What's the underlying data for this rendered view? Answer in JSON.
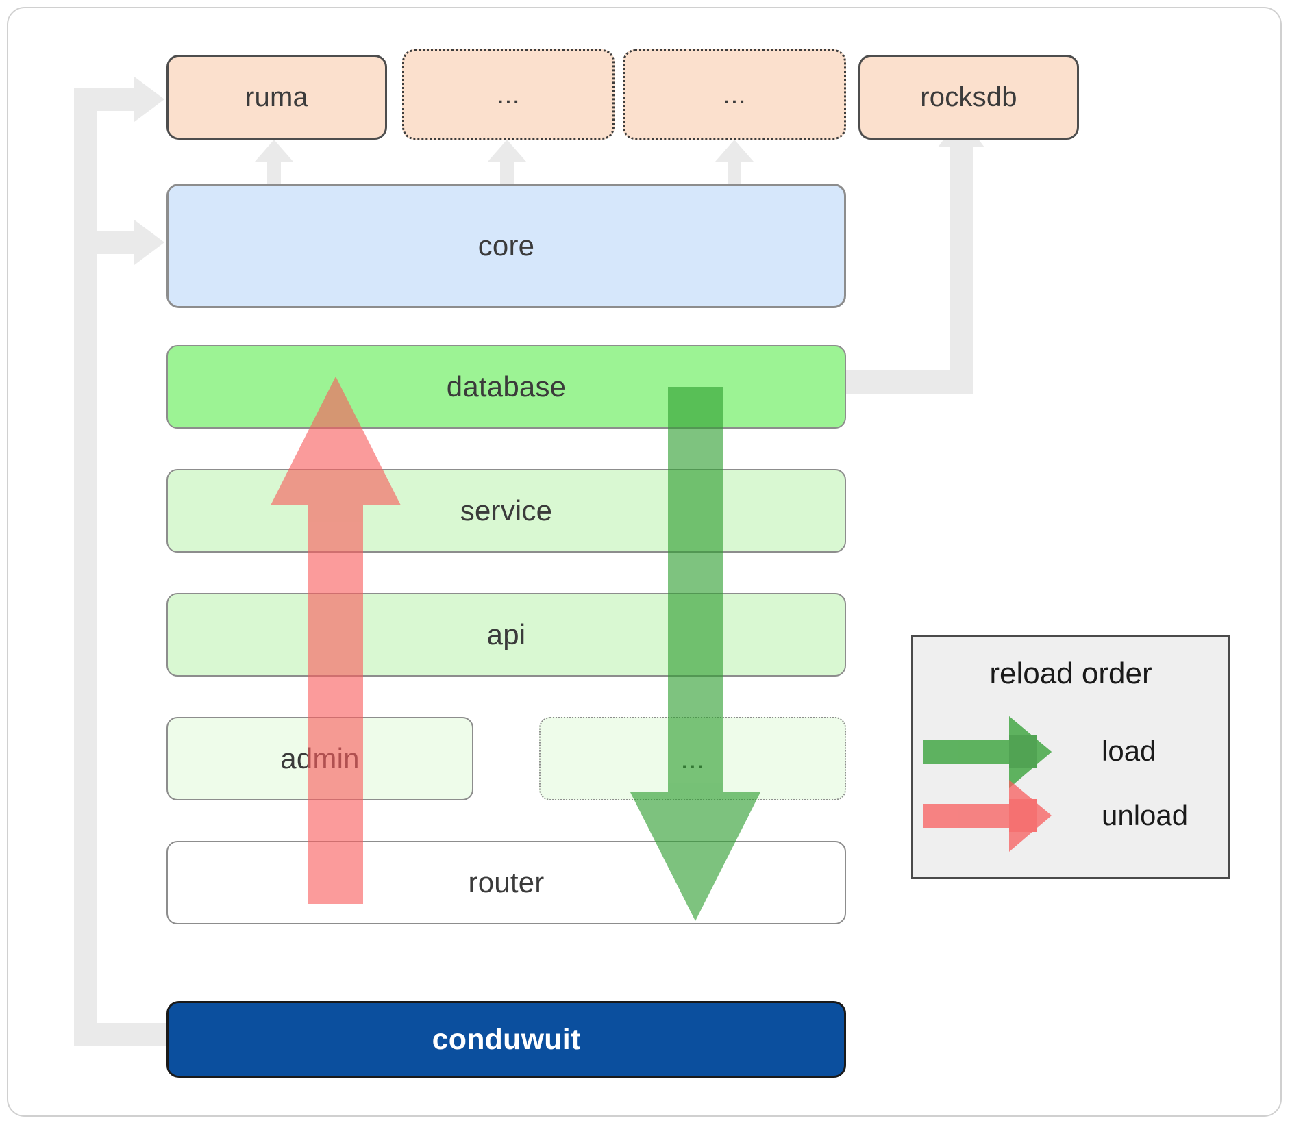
{
  "diagram": {
    "title": "conduwuit crate dependency and reload order diagram",
    "colors": {
      "dependency_fill": "#fbe0cd",
      "core_fill": "#d6e7fb",
      "database_fill": "#9cf394",
      "layer_fill": "#d9f8d2",
      "faint_layer_fill": "#eefcea",
      "router_fill": "#ffffff",
      "root_fill": "#0b4f9e",
      "connector": "#eaeaea",
      "load_arrow": "#4fa750",
      "unload_arrow": "#f98080",
      "legend_bg": "#efefef"
    },
    "dependencies": [
      {
        "id": "ruma",
        "label": "ruma",
        "style": "solid"
      },
      {
        "id": "dep2",
        "label": "...",
        "style": "dotted"
      },
      {
        "id": "dep3",
        "label": "...",
        "style": "dotted"
      },
      {
        "id": "rocksdb",
        "label": "rocksdb",
        "style": "solid"
      }
    ],
    "layers": [
      {
        "id": "core",
        "label": "core",
        "style": "core"
      },
      {
        "id": "database",
        "label": "database",
        "style": "database"
      },
      {
        "id": "service",
        "label": "service",
        "style": "mid"
      },
      {
        "id": "api",
        "label": "api",
        "style": "mid"
      },
      {
        "id": "admin",
        "label": "admin",
        "style": "faint"
      },
      {
        "id": "more",
        "label": "...",
        "style": "faint-dotted"
      },
      {
        "id": "router",
        "label": "router",
        "style": "router"
      }
    ],
    "root": {
      "id": "conduwuit",
      "label": "conduwuit"
    },
    "flows": [
      {
        "id": "unload-flow",
        "label": "unload",
        "direction": "up",
        "color": "#f98080"
      },
      {
        "id": "load-flow",
        "label": "load",
        "direction": "down",
        "color": "#4fa750"
      }
    ]
  },
  "legend": {
    "title": "reload order",
    "entries": [
      {
        "id": "load",
        "label": "load",
        "color": "#4fa750"
      },
      {
        "id": "unload",
        "label": "unload",
        "color": "#f98080"
      }
    ]
  }
}
